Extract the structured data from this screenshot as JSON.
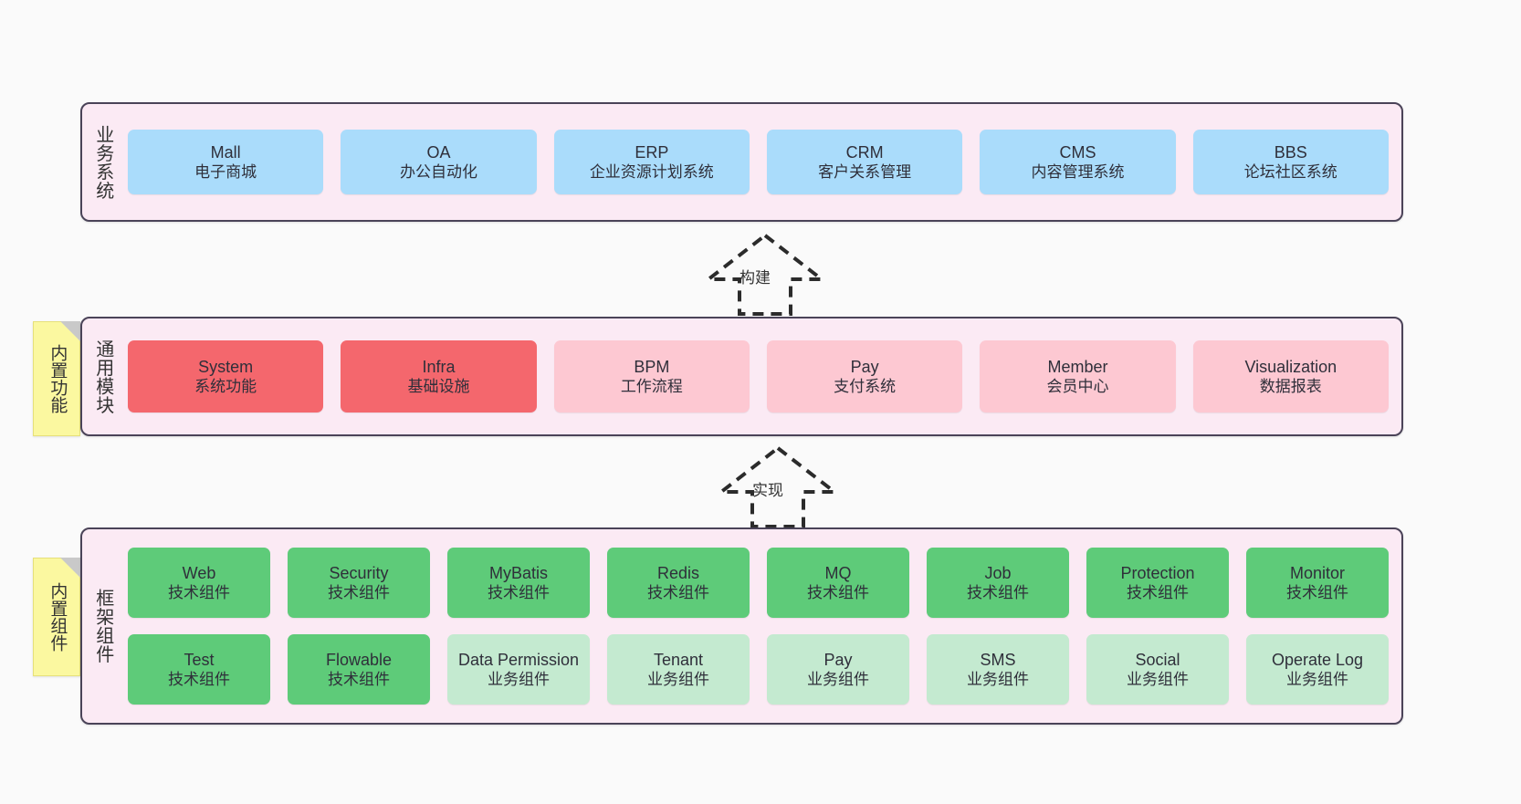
{
  "diagram": {
    "title_note_modules": "内置功能",
    "title_note_framework": "内置组件",
    "colors": {
      "panel_bg": "#fbeaf4",
      "panel_border": "#4a4358",
      "business_node": "#aadcfb",
      "module_core_node": "#f4676d",
      "module_node": "#fdc8d2",
      "tech_component_node": "#5ecb79",
      "biz_component_node": "#c4ead0",
      "note_bg": "#fbf8a0",
      "canvas_bg": "#fafafa"
    }
  },
  "layers": {
    "business": {
      "title": "业务系统",
      "nodes": [
        {
          "name": "Mall",
          "desc": "电子商城"
        },
        {
          "name": "OA",
          "desc": "办公自动化"
        },
        {
          "name": "ERP",
          "desc": "企业资源计划系统"
        },
        {
          "name": "CRM",
          "desc": "客户关系管理"
        },
        {
          "name": "CMS",
          "desc": "内容管理系统"
        },
        {
          "name": "BBS",
          "desc": "论坛社区系统"
        }
      ]
    },
    "modules": {
      "title": "通用模块",
      "nodes": [
        {
          "name": "System",
          "desc": "系统功能",
          "variant": "c-red"
        },
        {
          "name": "Infra",
          "desc": "基础设施",
          "variant": "c-red"
        },
        {
          "name": "BPM",
          "desc": "工作流程",
          "variant": "c-pink"
        },
        {
          "name": "Pay",
          "desc": "支付系统",
          "variant": "c-pink"
        },
        {
          "name": "Member",
          "desc": "会员中心",
          "variant": "c-pink"
        },
        {
          "name": "Visualization",
          "desc": "数据报表",
          "variant": "c-pink"
        }
      ]
    },
    "framework": {
      "title": "框架组件",
      "row1": [
        {
          "name": "Web",
          "desc": "技术组件"
        },
        {
          "name": "Security",
          "desc": "技术组件"
        },
        {
          "name": "MyBatis",
          "desc": "技术组件"
        },
        {
          "name": "Redis",
          "desc": "技术组件"
        },
        {
          "name": "MQ",
          "desc": "技术组件"
        },
        {
          "name": "Job",
          "desc": "技术组件"
        },
        {
          "name": "Protection",
          "desc": "技术组件"
        },
        {
          "name": "Monitor",
          "desc": "技术组件"
        }
      ],
      "row2": [
        {
          "name": "Test",
          "desc": "技术组件",
          "variant": "c-green-dark"
        },
        {
          "name": "Flowable",
          "desc": "技术组件",
          "variant": "c-green-dark"
        },
        {
          "name": "Data Permission",
          "desc": "业务组件",
          "variant": "c-green-light"
        },
        {
          "name": "Tenant",
          "desc": "业务组件",
          "variant": "c-green-light"
        },
        {
          "name": "Pay",
          "desc": "业务组件",
          "variant": "c-green-light"
        },
        {
          "name": "SMS",
          "desc": "业务组件",
          "variant": "c-green-light"
        },
        {
          "name": "Social",
          "desc": "业务组件",
          "variant": "c-green-light"
        },
        {
          "name": "Operate Log",
          "desc": "业务组件",
          "variant": "c-green-light"
        }
      ]
    }
  },
  "arrows": [
    {
      "id": "build",
      "label": "构建"
    },
    {
      "id": "implement",
      "label": "实现"
    }
  ]
}
